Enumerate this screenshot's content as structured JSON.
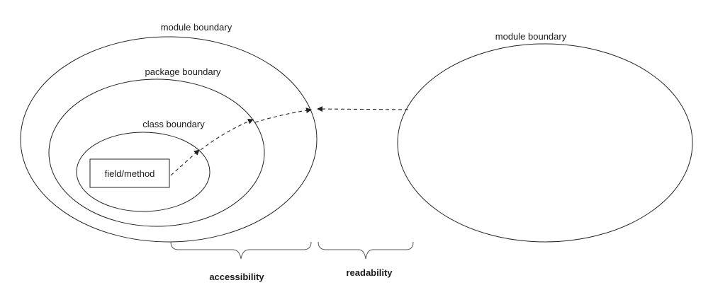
{
  "left_module": {
    "label": "module boundary"
  },
  "package": {
    "label": "package boundary"
  },
  "class": {
    "label": "class boundary"
  },
  "member": {
    "label": "field/method"
  },
  "right_module": {
    "label": "module boundary"
  },
  "braces": {
    "accessibility": "accessibility",
    "readability": "readability"
  }
}
